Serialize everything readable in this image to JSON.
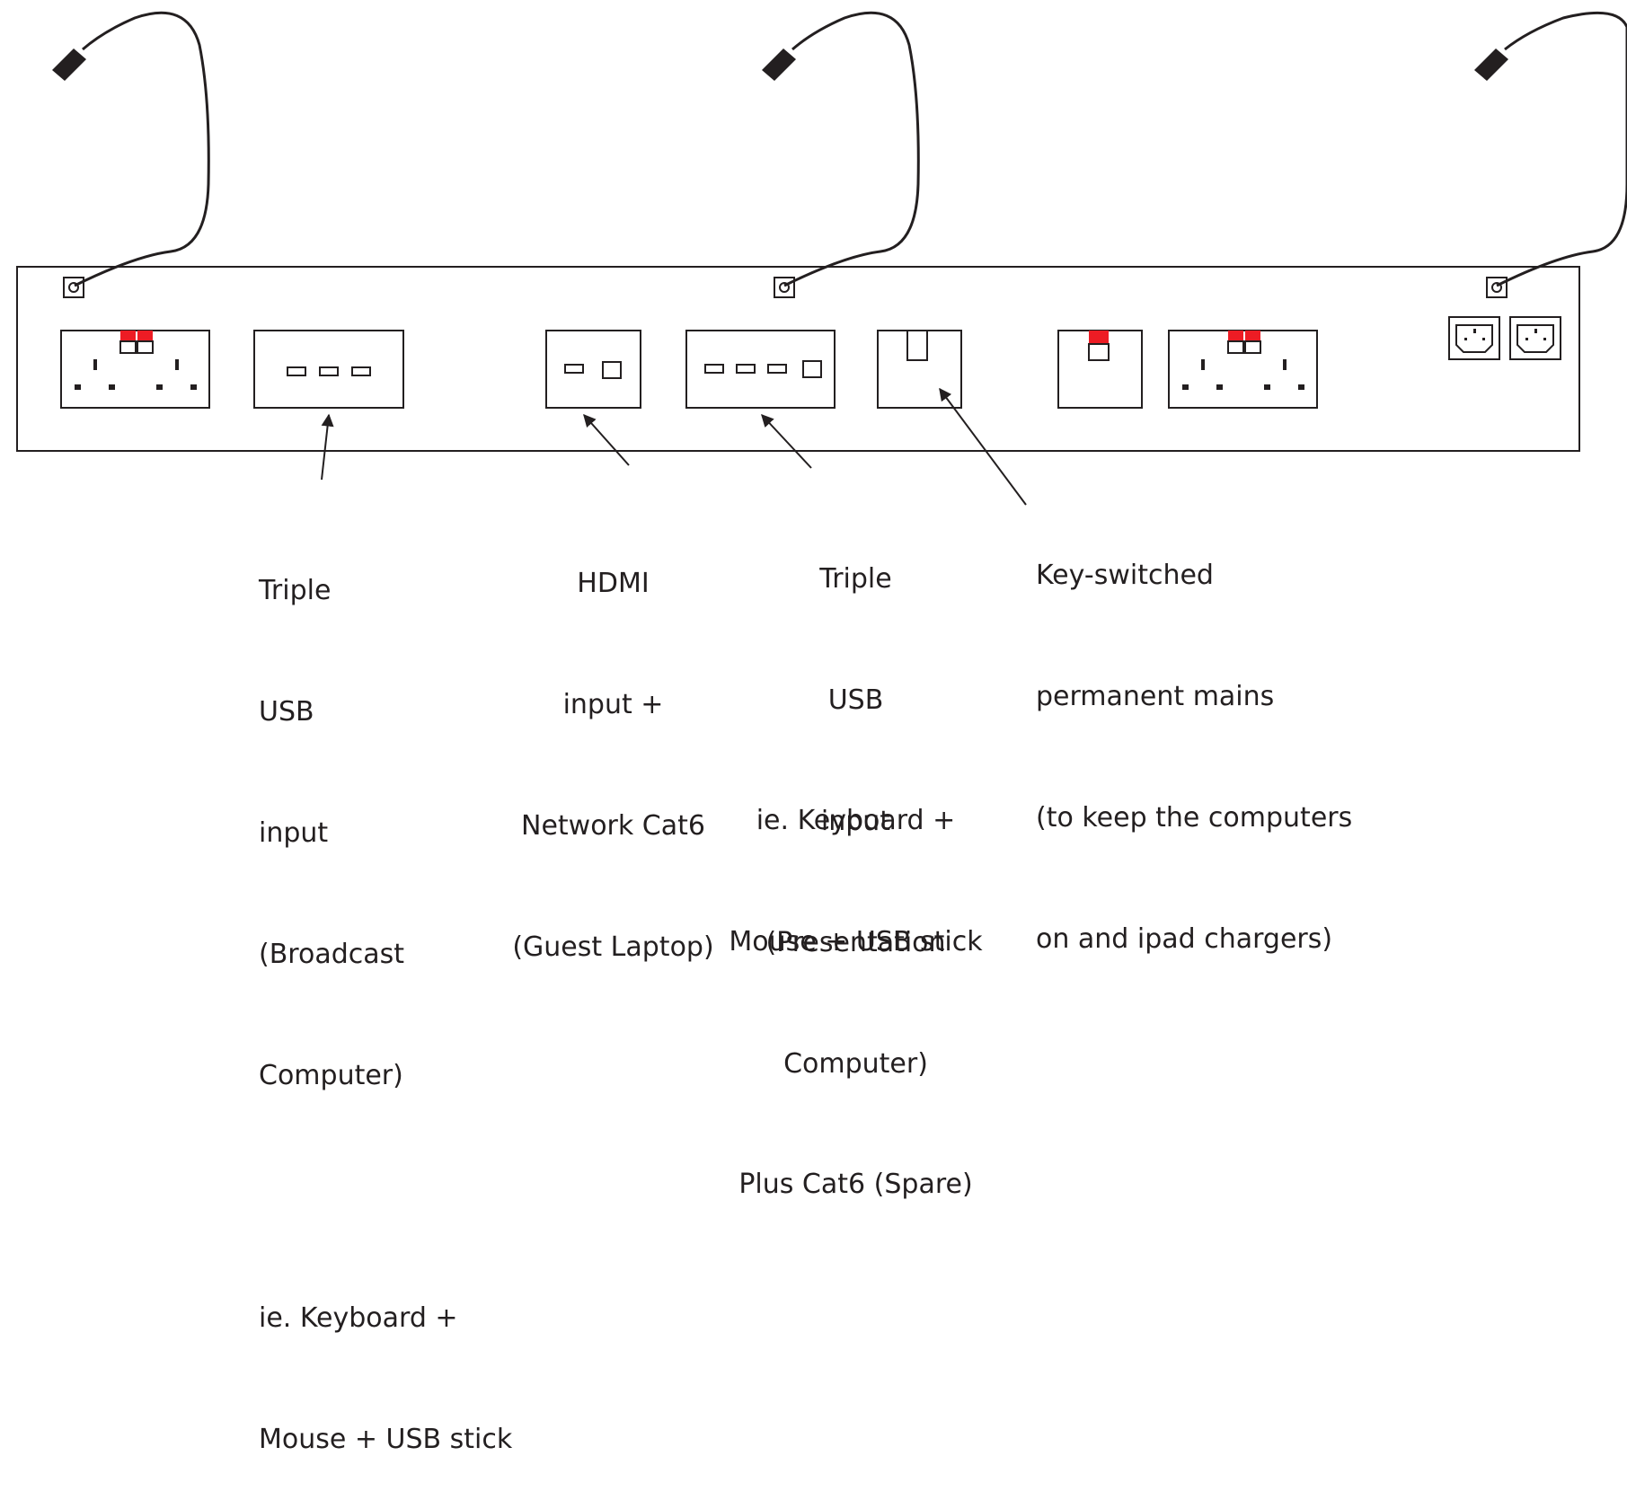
{
  "colors": {
    "ink": "#231f20",
    "switch_red": "#ed1c24",
    "background": "#ffffff"
  },
  "labels": {
    "usb_broadcast": {
      "lines": [
        "Triple",
        "USB",
        "input",
        "(Broadcast",
        "Computer)",
        "",
        "ie. Keyboard +",
        "Mouse + USB stick"
      ]
    },
    "hdmi_guest": {
      "lines": [
        "HDMI",
        "input +",
        "Network Cat6",
        "(Guest Laptop)"
      ]
    },
    "usb_presentation": {
      "lines": [
        "Triple",
        "USB",
        "input",
        "(Presentation",
        "Computer)"
      ]
    },
    "usb_presentation_note": {
      "lines": [
        "ie. Keyboard +",
        "Mouse + USB stick",
        "",
        "Plus Cat6 (Spare)"
      ]
    },
    "key_switched": {
      "lines": [
        "Key-switched",
        "permanent mains",
        "(to keep the computers",
        "on and ipad chargers)"
      ]
    }
  }
}
